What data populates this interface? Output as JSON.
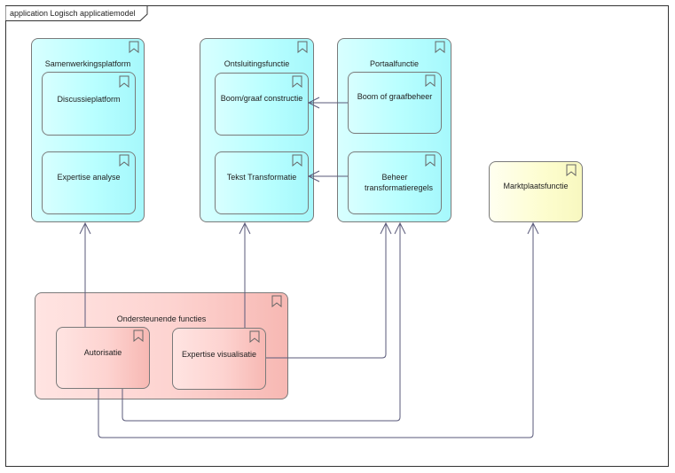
{
  "frame": {
    "title": "application Logisch applicatiemodel"
  },
  "elements": {
    "samenwerkingsplatform": "Samenwerkingsplatform",
    "discussieplatform": "Discussieplatform",
    "expertise_analyse": "Expertise analyse",
    "ontsluitingsfunctie": "Ontsluitingsfunctie",
    "boom_graaf_constructie": "Boom/graaf constructie",
    "tekst_transformatie": "Tekst Transformatie",
    "portaalfunctie": "Portaalfunctie",
    "boom_graafbeheer": "Boom of graafbeheer",
    "beheer_transformatieregels": "Beheer transformatieregels",
    "marktplaatsfunctie": "Marktplaatsfunctie",
    "ondersteunende_functies": "Ondersteunende functies",
    "autorisatie": "Autorisatie",
    "expertise_visualisatie": "Expertise visualisatie"
  },
  "colors": {
    "cyan": "#b9ffff",
    "yellow": "#fdfdce",
    "red": "#fdd3d0",
    "line": "#5a5a7a"
  },
  "icons": {
    "element_marker": "bookmark-icon"
  }
}
